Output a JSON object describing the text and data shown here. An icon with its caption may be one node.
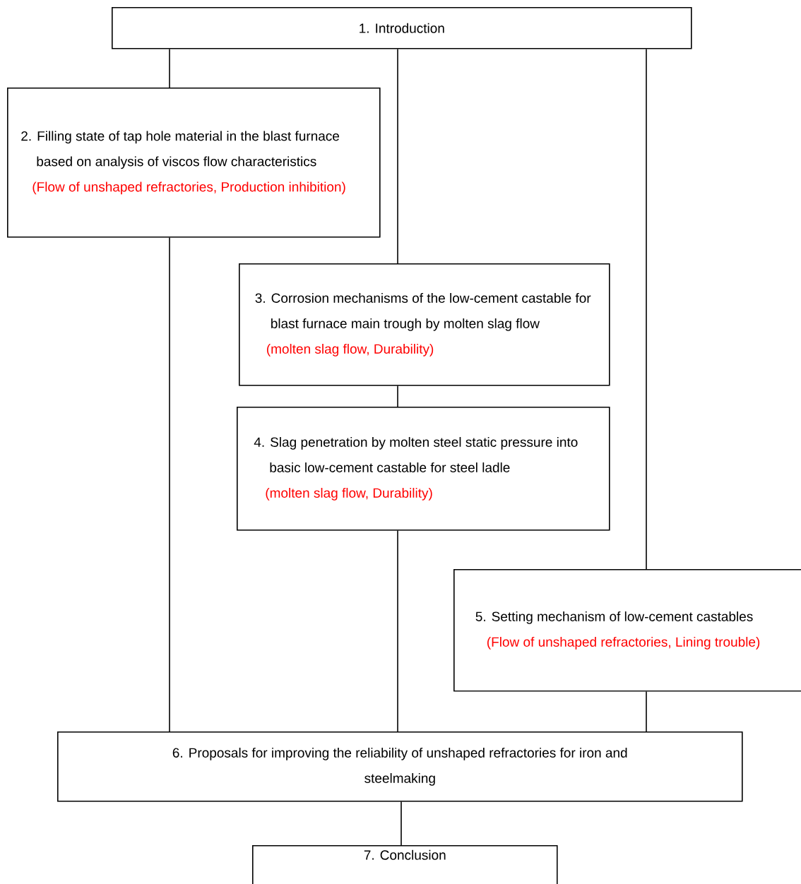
{
  "diagram": {
    "nodes": [
      {
        "text": [
          "1. Introduction"
        ]
      },
      {
        "text": [
          "2. Filling state of tap hole material in the blast furnace based on analysis of viscos flow characteristics",
          "(Flow of unshaped refractories, Production inhibition)"
        ]
      },
      {
        "text": [
          "3. Corrosion mechanisms of the low-cement castable for blast furnace main trough by molten slag flow",
          "(molten slag flow, Durability)"
        ]
      },
      {
        "text": [
          "4. Slag penetration by molten steel static pressure into basic low-cement castable for steel ladle",
          "(molten slag flow, Durability)"
        ]
      },
      {
        "text": [
          "5. Setting mechanism of low-cement castables",
          "(Flow of unshaped refractories, Lining trouble)"
        ]
      },
      {
        "text": [
          "6. Proposals for improving the reliability of unshaped refractories for iron and steelmaking"
        ]
      },
      {
        "text": [
          "7. Conclusion"
        ]
      }
    ],
    "edges": [
      {
        "from": 0,
        "to": 1,
        "arrow": "none"
      },
      {
        "from": 0,
        "to": 2,
        "arrow": "none"
      },
      {
        "from": 0,
        "to": 4,
        "arrow": "none"
      },
      {
        "from": 1,
        "to": 5,
        "arrow": "none"
      },
      {
        "from": 2,
        "to": 3,
        "arrow": "none"
      },
      {
        "from": 3,
        "to": 5,
        "arrow": "none"
      },
      {
        "from": 4,
        "to": 5,
        "arrow": "none"
      },
      {
        "from": 5,
        "to": 6,
        "arrow": "none"
      }
    ]
  }
}
